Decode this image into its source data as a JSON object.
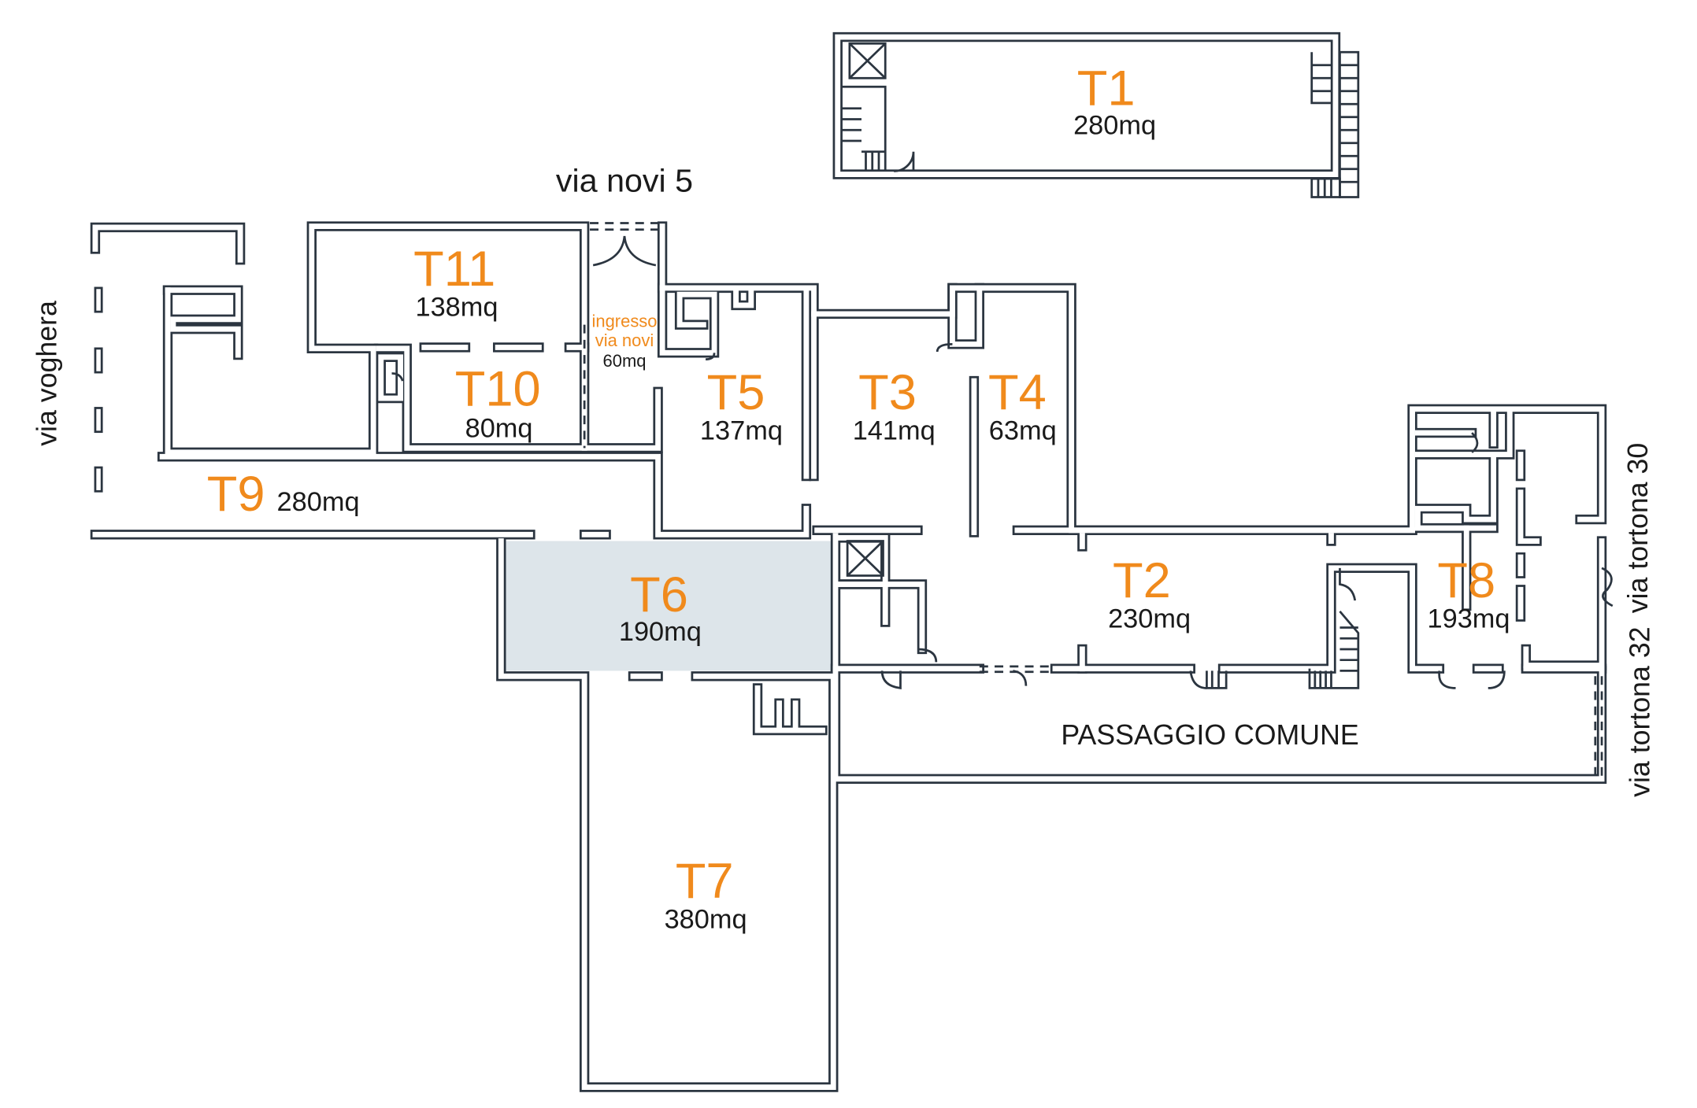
{
  "colors": {
    "accent": "#f08a1c",
    "wall": "#2b3540",
    "highlight": "#dde5ea",
    "corridor_gray": "#b8bec4"
  },
  "streets": {
    "via_novi": "via novi 5",
    "via_voghera": "via voghera",
    "via_tortona_30": "via tortona 30",
    "via_tortona_32": "via tortona 32",
    "passaggio": "PASSAGGIO COMUNE"
  },
  "units": {
    "t1": {
      "name": "T1",
      "area": "280mq"
    },
    "t2": {
      "name": "T2",
      "area": "230mq"
    },
    "t3": {
      "name": "T3",
      "area": "141mq"
    },
    "t4": {
      "name": "T4",
      "area": "63mq"
    },
    "t5": {
      "name": "T5",
      "area": "137mq"
    },
    "t6": {
      "name": "T6",
      "area": "190mq",
      "highlighted": true
    },
    "t7": {
      "name": "T7",
      "area": "380mq"
    },
    "t8": {
      "name": "T8",
      "area": "193mq"
    },
    "t9": {
      "name": "T9",
      "area": "280mq"
    },
    "t10": {
      "name": "T10",
      "area": "80mq"
    },
    "t11": {
      "name": "T11",
      "area": "138mq"
    }
  },
  "entrance": {
    "line1": "ingresso",
    "line2": "via novi",
    "area": "60mq"
  }
}
